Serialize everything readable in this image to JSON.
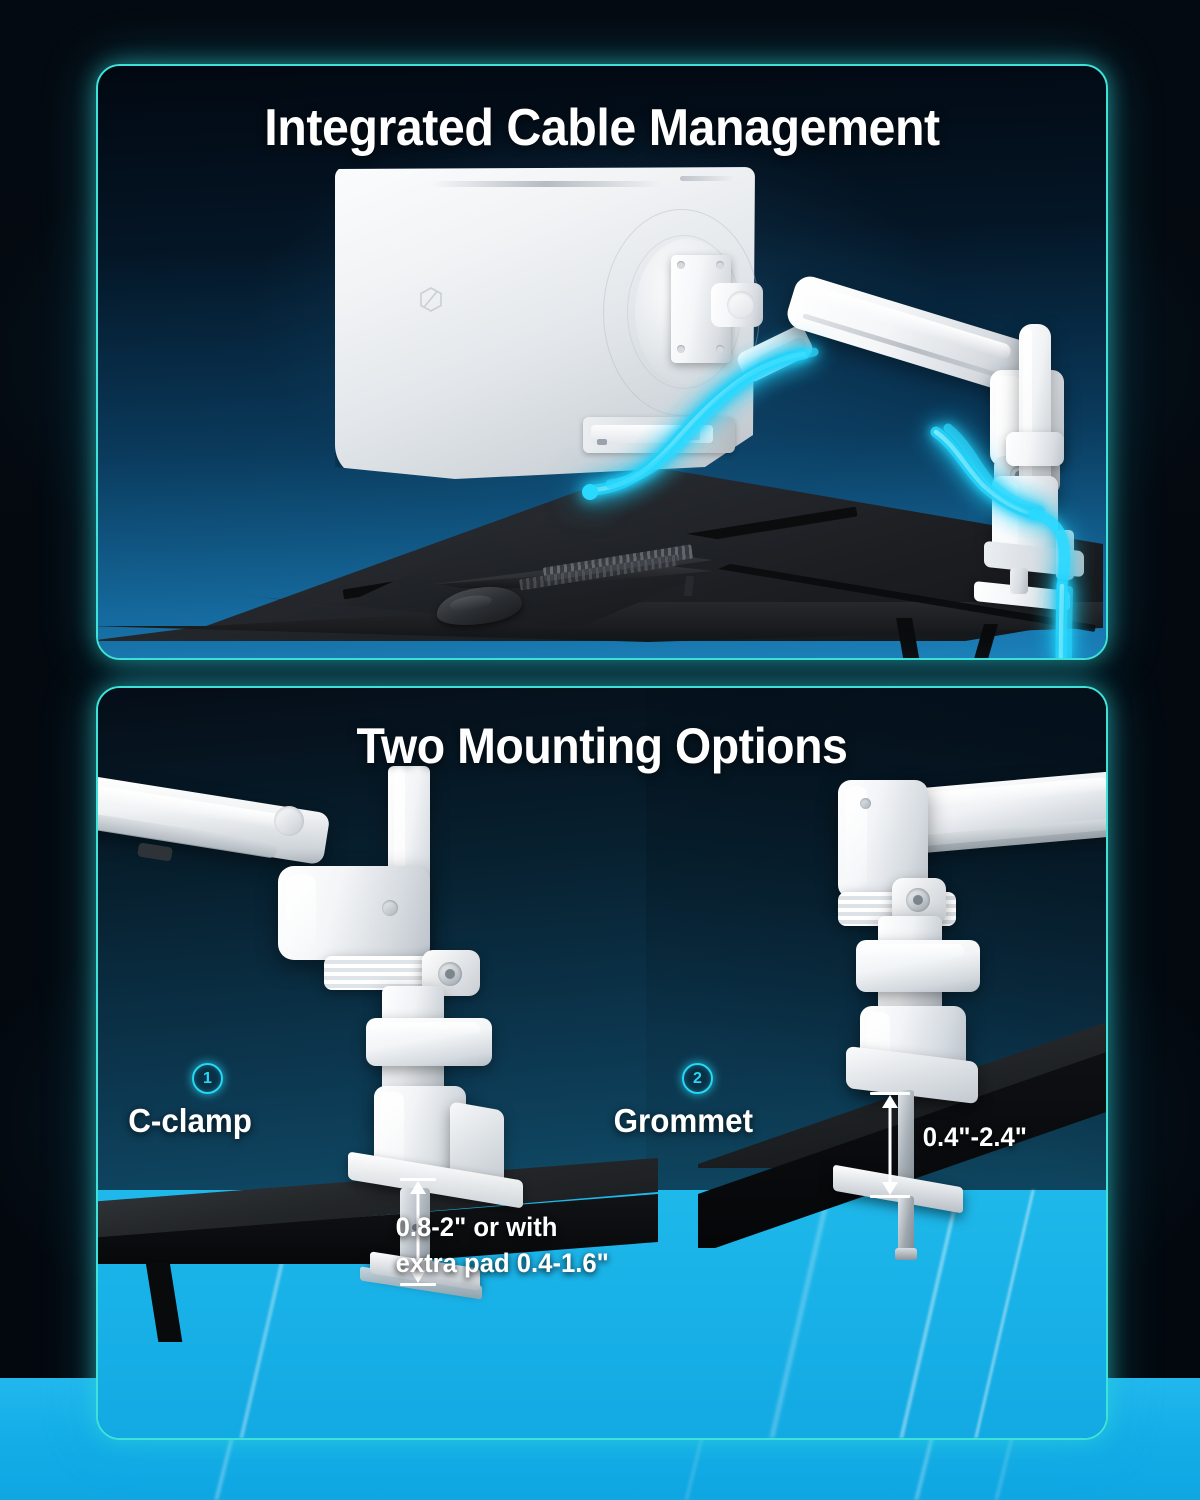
{
  "page": {
    "background_color": "#040a11",
    "accent_color": "#3fe2d8",
    "cable_glow_color": "#2ad9ff",
    "floor_color": "#15aee8"
  },
  "panels": [
    {
      "id": "cable-management",
      "title": "Integrated Cable Management",
      "scene": {
        "objects": [
          "monitor",
          "monitor-arm",
          "c-clamp",
          "desk",
          "keyboard",
          "mouse",
          "desk-mat",
          "cables"
        ],
        "monitor_logo": "hexagon-logo"
      }
    },
    {
      "id": "mounting-options",
      "title": "Two Mounting Options",
      "options": [
        {
          "number": "1",
          "label": "C-clamp",
          "dimension": "0.8-2\" or with\nextra pad 0.4-1.6\""
        },
        {
          "number": "2",
          "label": "Grommet",
          "dimension": "0.4\"-2.4\""
        }
      ]
    }
  ]
}
